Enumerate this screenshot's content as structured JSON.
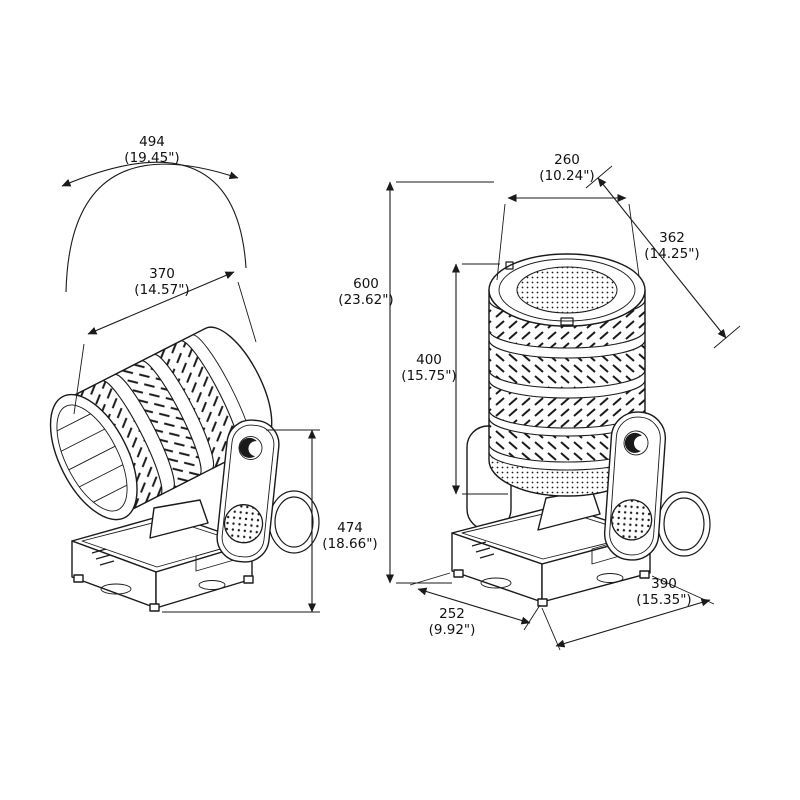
{
  "colors": {
    "line": "#1a1a1a",
    "background": "#ffffff"
  },
  "dimensions": {
    "tilt_span": {
      "mm": "494",
      "inches": "(19.45\")"
    },
    "head_width": {
      "mm": "370",
      "inches": "(14.57\")"
    },
    "yoke_height": {
      "mm": "474",
      "inches": "(18.66\")"
    },
    "head_top_width": {
      "mm": "260",
      "inches": "(10.24\")"
    },
    "head_diagonal": {
      "mm": "362",
      "inches": "(14.25\")"
    },
    "overall_height": {
      "mm": "600",
      "inches": "(23.62\")"
    },
    "head_height": {
      "mm": "400",
      "inches": "(15.75\")"
    },
    "base_depth": {
      "mm": "252",
      "inches": "(9.92\")"
    },
    "base_width": {
      "mm": "390",
      "inches": "(15.35\")"
    }
  }
}
